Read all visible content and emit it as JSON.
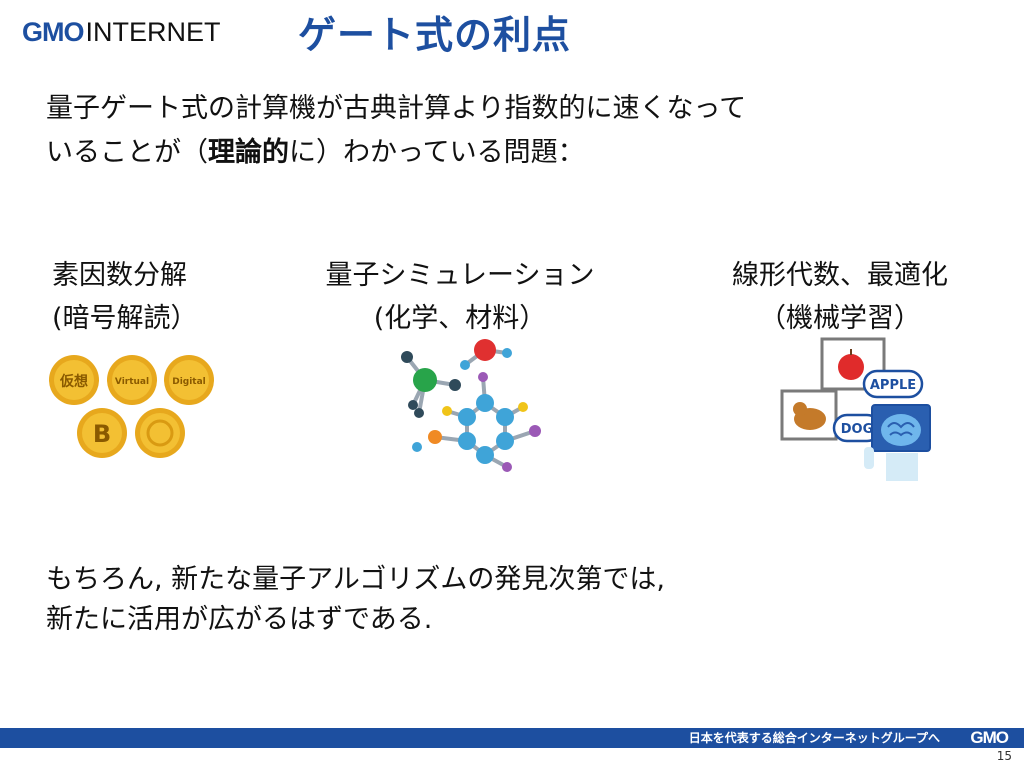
{
  "header": {
    "logo_gmo": "GMO",
    "logo_internet": "INTERNET",
    "title": "ゲート式の利点"
  },
  "intro": {
    "line1": "量子ゲート式の計算機が古典計算より指数的に速くなって",
    "line2_pre": "いることが（",
    "line2_bold": "理論的",
    "line2_post": "に）わかっている問題："
  },
  "categories": [
    {
      "line1": "素因数分解",
      "line2": "(暗号解読）",
      "icon": "crypto-coins-icon"
    },
    {
      "line1": "量子シミュレーション",
      "line2": "(化学、材料）",
      "icon": "molecule-icon"
    },
    {
      "line1": "線形代数、最適化",
      "line2": "（機械学習）",
      "icon": "ai-brain-recognition-icon"
    }
  ],
  "coins": {
    "c1": "仮想",
    "c2": "Virtual",
    "c3": "Digital",
    "c4": "B"
  },
  "ml_labels": {
    "apple": "APPLE",
    "dog": "DOG"
  },
  "closing": {
    "line1": "もちろん, 新たな量子アルゴリズムの発見次第では,",
    "line2": "新たに活用が広がるはずである."
  },
  "footer": {
    "tagline": "日本を代表する総合インターネットグループへ",
    "logo": "GMO",
    "page_number": "15"
  },
  "colors": {
    "brand_blue": "#1d4fa0",
    "coin_gold": "#e7a81d"
  }
}
